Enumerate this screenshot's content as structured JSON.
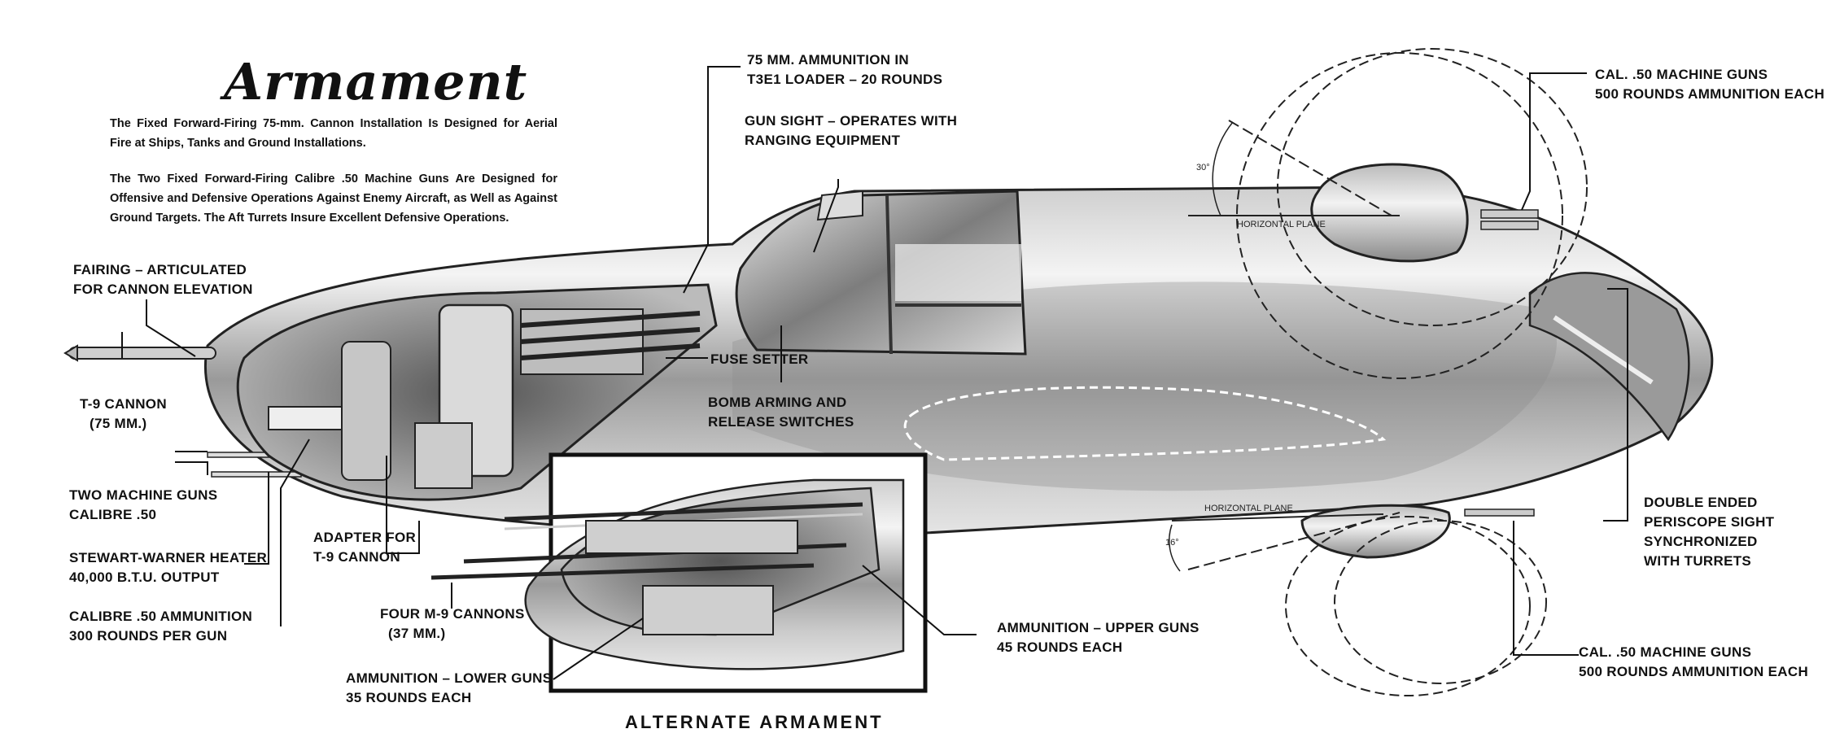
{
  "title": "Armament",
  "paragraphs": [
    "The Fixed Forward-Firing 75-mm. Cannon Installation Is Designed for Aerial Fire at Ships, Tanks and Ground Installations.",
    "The Two Fixed Forward-Firing Calibre .50 Machine Guns Are Designed for Offensive and Defensive Operations Against Enemy Aircraft, as Well as Against Ground Targets. The Aft Turrets Insure Excellent Defensive Operations."
  ],
  "labels": {
    "ammo_loader": [
      "75 MM. AMMUNITION IN",
      "T3E1 LOADER – 20 ROUNDS"
    ],
    "gun_sight": [
      "GUN SIGHT – OPERATES WITH",
      "RANGING EQUIPMENT"
    ],
    "fairing": [
      "FAIRING – ARTICULATED",
      "FOR CANNON ELEVATION"
    ],
    "t9_cannon": [
      "T-9 CANNON",
      "(75 MM.)"
    ],
    "two_mg": [
      "TWO MACHINE GUNS",
      "CALIBRE .50"
    ],
    "heater": [
      "STEWART-WARNER HEATER",
      "40,000 B.T.U. OUTPUT"
    ],
    "cal50_ammo": [
      "CALIBRE .50 AMMUNITION",
      "300 ROUNDS PER GUN"
    ],
    "adapter": [
      "ADAPTER FOR",
      "T-9 CANNON"
    ],
    "four_m9": [
      "FOUR M-9 CANNONS",
      "(37 MM.)"
    ],
    "ammo_lower": [
      "AMMUNITION – LOWER GUNS",
      "35 ROUNDS EACH"
    ],
    "ammo_upper": [
      "AMMUNITION – UPPER GUNS",
      "45 ROUNDS EACH"
    ],
    "fuse_setter": [
      "FUSE SETTER"
    ],
    "bomb_arming": [
      "BOMB ARMING AND",
      "RELEASE SWITCHES"
    ],
    "mg_upper": [
      "CAL. .50 MACHINE GUNS",
      "500 ROUNDS AMMUNITION EACH"
    ],
    "mg_lower": [
      "CAL. .50 MACHINE GUNS",
      "500 ROUNDS AMMUNITION EACH"
    ],
    "periscope": [
      "DOUBLE ENDED",
      "PERISCOPE SIGHT",
      "SYNCHRONIZED",
      "WITH TURRETS"
    ]
  },
  "angles": {
    "upper": "30°",
    "lower": "16°"
  },
  "planes": {
    "upper": "HORIZONTAL PLANE",
    "lower": "HORIZONTAL PLANE"
  },
  "alternate_caption": "ALTERNATE ARMAMENT"
}
